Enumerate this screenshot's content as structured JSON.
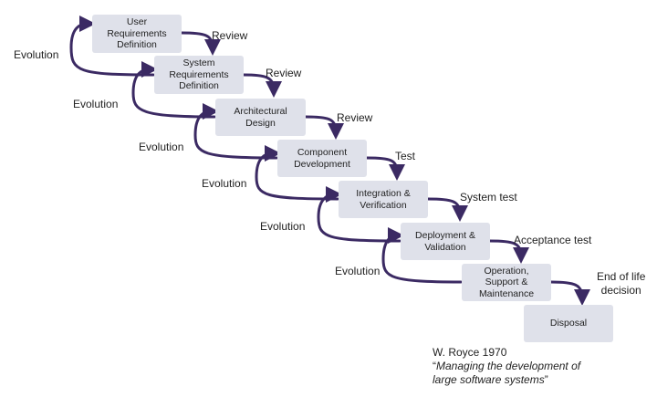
{
  "colors": {
    "arrow": "#3b2a63",
    "box_fill": "#dfe1ea",
    "text": "#222222"
  },
  "phases": [
    "User\nRequirements\nDefinition",
    "System\nRequirements\nDefinition",
    "Architectural\nDesign",
    "Component\nDevelopment",
    "Integration &\nVerification",
    "Deployment &\nValidation",
    "Operation,\nSupport &\nMaintenance",
    "Disposal"
  ],
  "forward_labels": [
    "Review",
    "Review",
    "Review",
    "Test",
    "System test",
    "Acceptance test",
    "End of life\ndecision"
  ],
  "evolution_labels": [
    "Evolution",
    "Evolution",
    "Evolution",
    "Evolution",
    "Evolution",
    "Evolution"
  ],
  "citation": {
    "line1": "W. Royce 1970",
    "quote_open": "“",
    "title_line1": "Managing the development of",
    "title_line2": "large software systems",
    "quote_close": "”"
  }
}
